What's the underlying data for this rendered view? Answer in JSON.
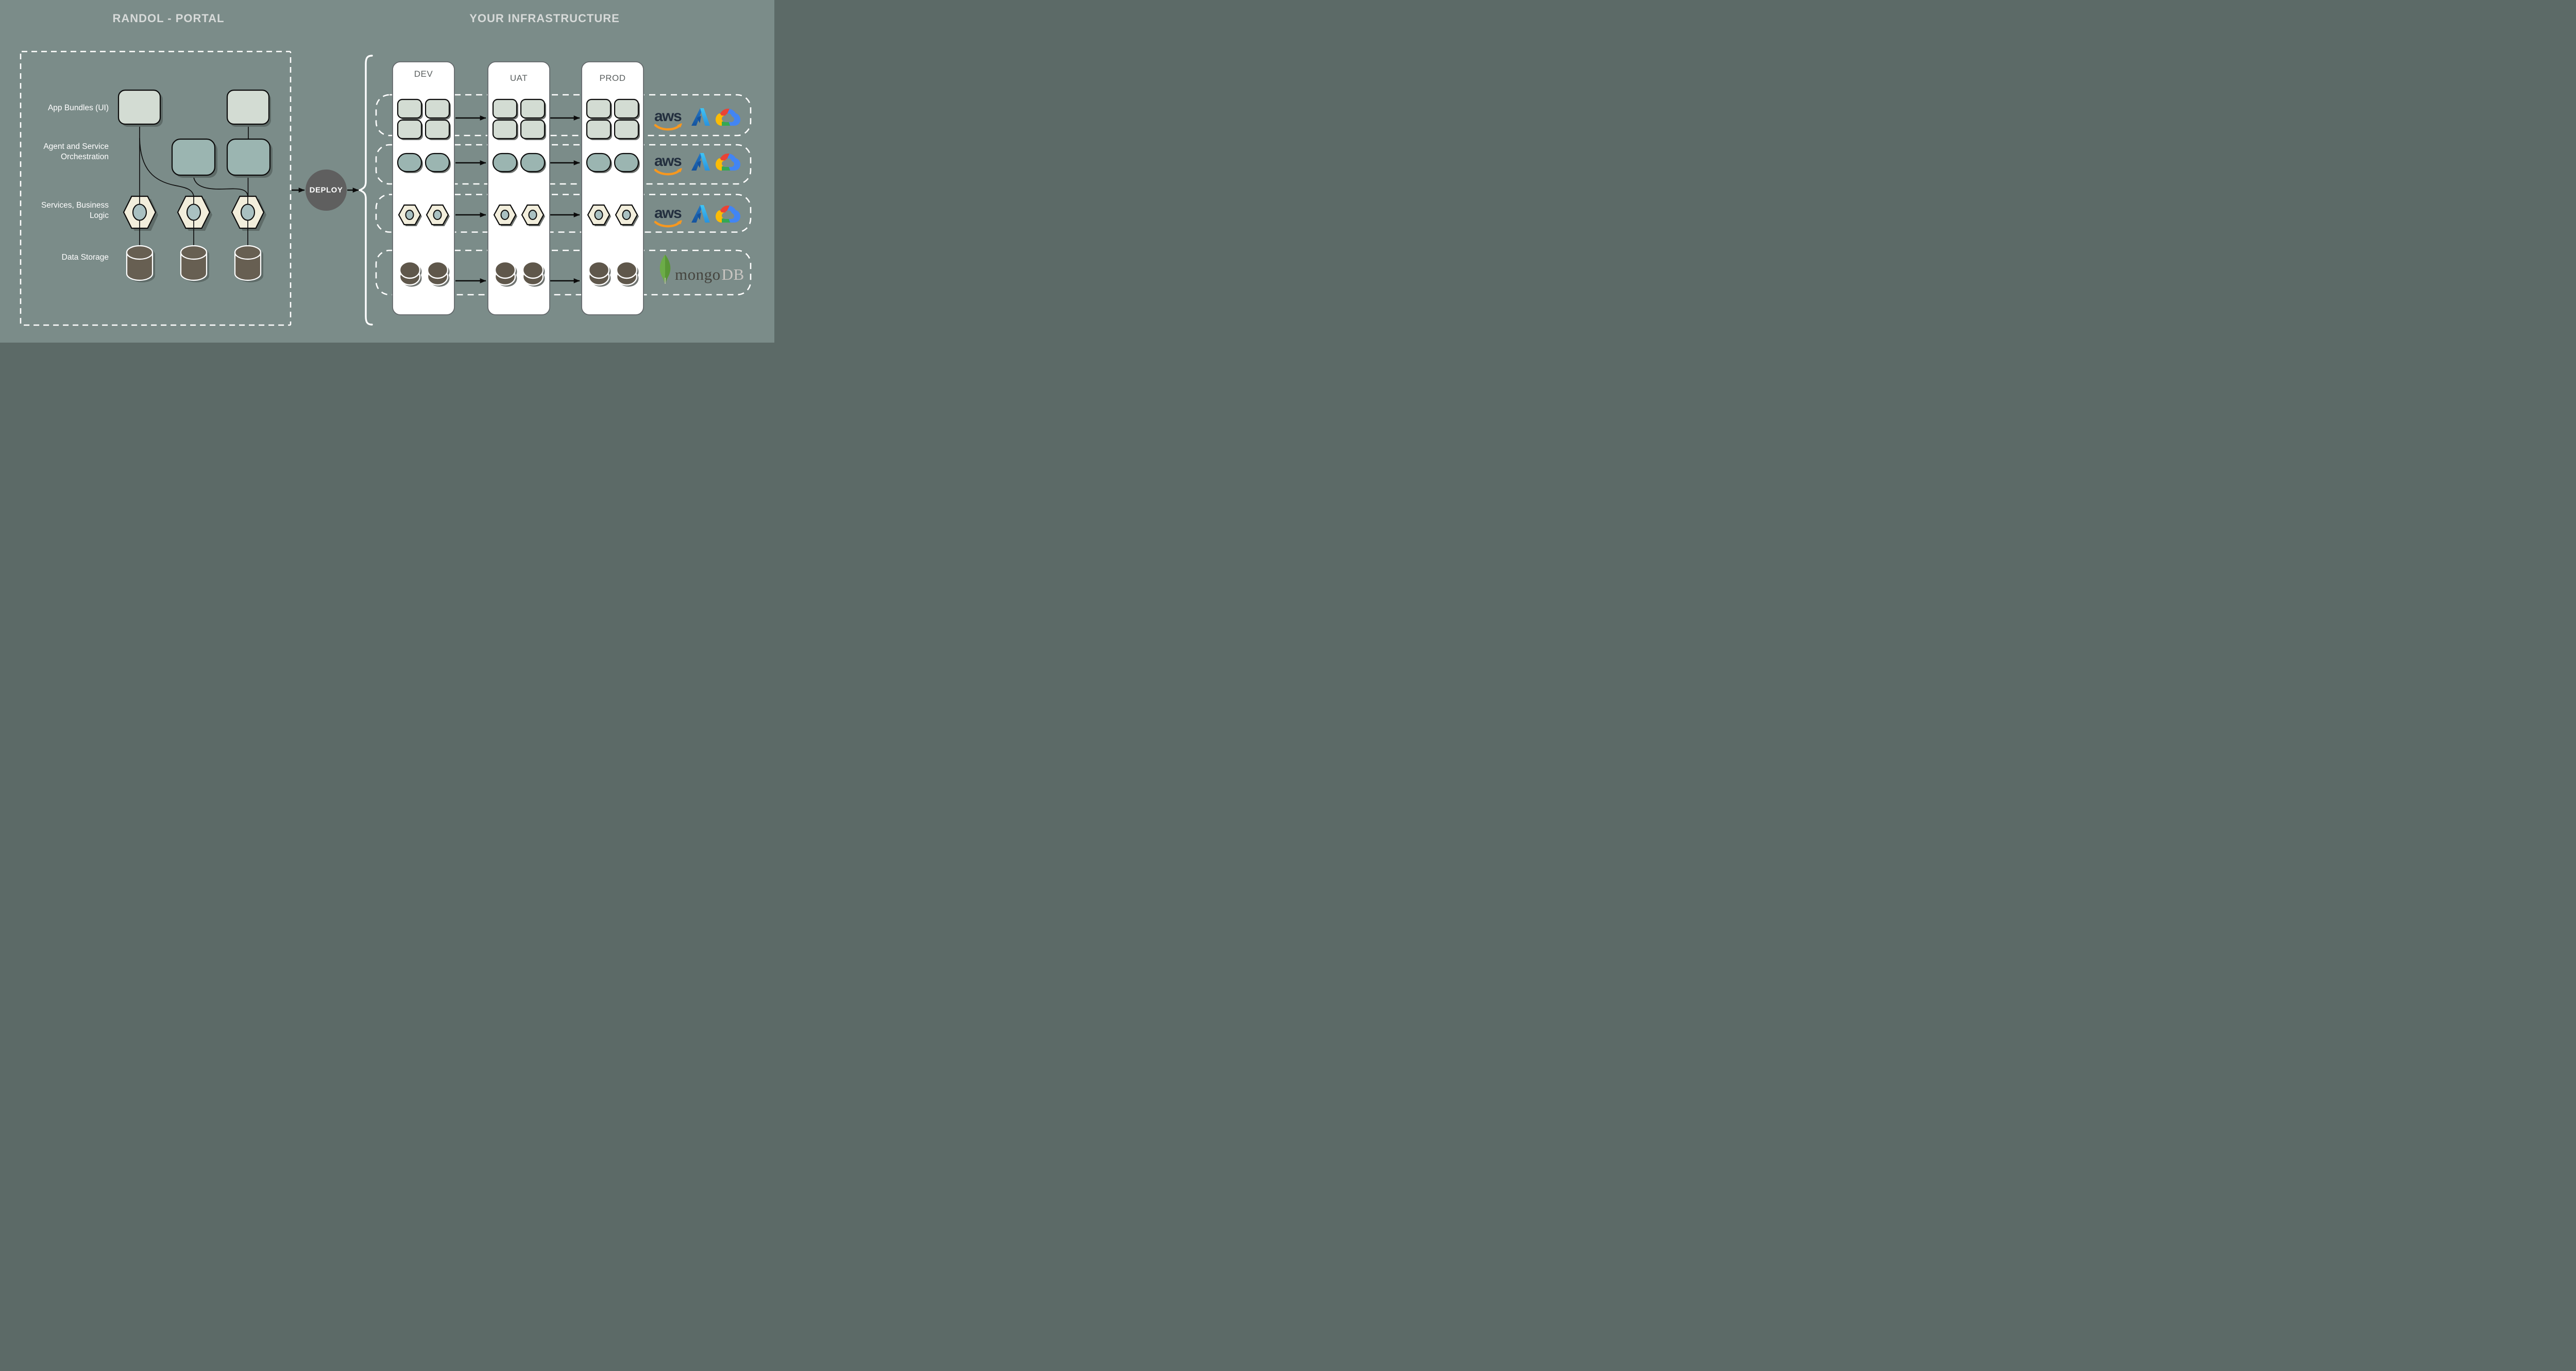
{
  "header": {
    "left_title": "RANDOL  - PORTAL",
    "right_title": "YOUR INFRASTRUCTURE"
  },
  "portal": {
    "layers": [
      {
        "label": "App Bundles (UI)",
        "shape": "rounded-square",
        "count": 2
      },
      {
        "label": "Agent and Service Orchestration",
        "shape": "rounded-rectangle",
        "count": 2
      },
      {
        "label": "Services, Business Logic",
        "shape": "hexagon",
        "count": 3
      },
      {
        "label": "Data Storage",
        "shape": "cylinder",
        "count": 3
      }
    ]
  },
  "deploy": {
    "label": "DEPLOY"
  },
  "infrastructure": {
    "environments": [
      {
        "label": "DEV"
      },
      {
        "label": "UAT"
      },
      {
        "label": "PROD"
      }
    ],
    "rows": [
      {
        "name": "app-bundles",
        "instances_per_environment": 4,
        "providers": [
          "AWS",
          "Microsoft Azure",
          "Google Cloud"
        ]
      },
      {
        "name": "agent-service-orchestration",
        "instances_per_environment": 2,
        "providers": [
          "AWS",
          "Microsoft Azure",
          "Google Cloud"
        ]
      },
      {
        "name": "services-business-logic",
        "instances_per_environment": 2,
        "providers": [
          "AWS",
          "Microsoft Azure",
          "Google Cloud"
        ]
      },
      {
        "name": "data-storage",
        "instances_per_environment": 2,
        "providers": [
          "MongoDB"
        ]
      }
    ]
  },
  "logos": {
    "aws_text": "aws",
    "mongodb_text": "mongo",
    "mongodb_suffix": "DB"
  },
  "colors": {
    "background": "#7B8C89",
    "app_bundle_fill": "#D3DCD3",
    "orchestration_fill": "#9BB5B1",
    "hexagon_fill": "#F2EEDC",
    "hexagon_core_fill": "#A9C0C1",
    "storage_fill": "#675F52",
    "deploy_fill": "#5F5F5F",
    "aws_smile": "#F7981F",
    "mongo_green": "#599636"
  }
}
